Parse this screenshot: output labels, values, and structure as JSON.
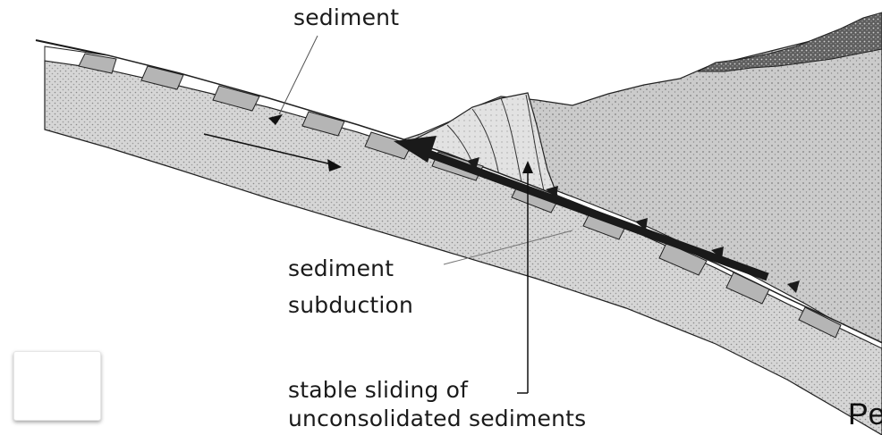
{
  "diagram": {
    "labels": {
      "sediment": "sediment",
      "sediment_subduction_line1": "sediment",
      "sediment_subduction_line2": "subduction",
      "stable_sliding_line1": "stable sliding of",
      "stable_sliding_line2": "unconsolidated sediments"
    },
    "colors": {
      "ink": "#1a1a1a",
      "oceanic_crust_fill": "#cfcfcf",
      "upper_plate_fill": "#c8c8c8",
      "wedge_fill": "#dadada",
      "volcanic_cap_fill": "#6f6f6f",
      "sediment_block_fill": "#b8b8b8",
      "fault_arrow": "#1a1a1a"
    }
  },
  "footer": {
    "partial_text": "Pe"
  }
}
